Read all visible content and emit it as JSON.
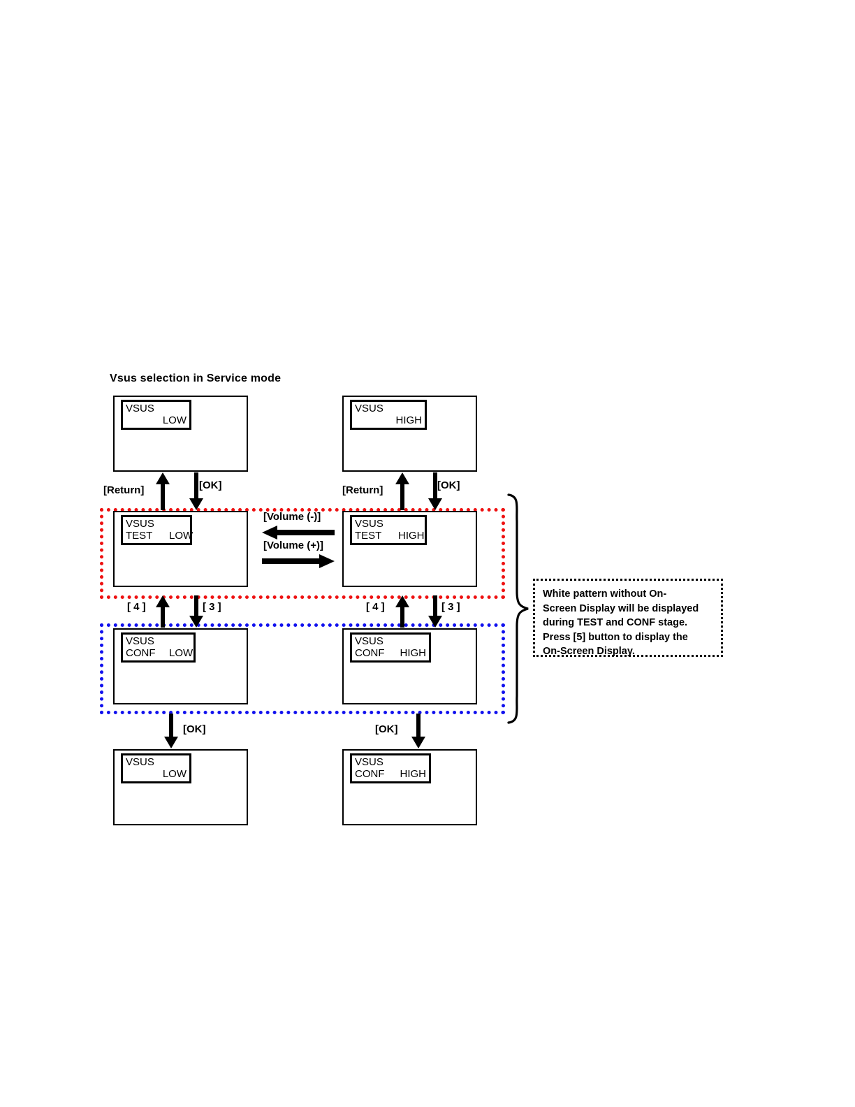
{
  "diagram": {
    "title": "Vsus selection in Service mode",
    "type": "state-transition-flow",
    "screens": [
      {
        "id": "normal-low",
        "line1_left": "VSUS",
        "line1_right": "",
        "line2_left": "",
        "line2_right": "LOW",
        "two_line": false,
        "row": "top",
        "column": "left"
      },
      {
        "id": "normal-high",
        "line1_left": "VSUS",
        "line1_right": "",
        "line2_left": "",
        "line2_right": "HIGH",
        "two_line": false,
        "row": "top",
        "column": "right"
      },
      {
        "id": "test-low",
        "line1_left": "VSUS",
        "line1_right": "",
        "line2_left": "TEST",
        "line2_right": "LOW",
        "two_line": true,
        "row": "test",
        "column": "left"
      },
      {
        "id": "test-high",
        "line1_left": "VSUS",
        "line1_right": "",
        "line2_left": "TEST",
        "line2_right": "HIGH",
        "two_line": true,
        "row": "test",
        "column": "right"
      },
      {
        "id": "conf-low",
        "line1_left": "VSUS",
        "line1_right": "",
        "line2_left": "CONF",
        "line2_right": "LOW",
        "two_line": true,
        "row": "conf",
        "column": "left"
      },
      {
        "id": "conf-high",
        "line1_left": "VSUS",
        "line1_right": "",
        "line2_left": "CONF",
        "line2_right": "HIGH",
        "two_line": true,
        "row": "conf",
        "column": "right"
      },
      {
        "id": "final-low",
        "line1_left": "VSUS",
        "line1_right": "",
        "line2_left": "",
        "line2_right": "LOW",
        "two_line": false,
        "row": "bottom",
        "column": "left"
      },
      {
        "id": "final-high",
        "line1_left": "VSUS",
        "line1_right": "",
        "line2_left": "CONF",
        "line2_right": "HIGH",
        "two_line": true,
        "row": "bottom",
        "column": "right"
      }
    ],
    "transitions": {
      "return_left": "[Return]",
      "ok_left_down": "[OK]",
      "return_right": "[Return]",
      "ok_right_down": "[OK]",
      "volume_minus": "[Volume (-)]",
      "volume_plus": "[Volume (+)]",
      "key4_left": "[ 4 ]",
      "key3_left": "[ 3 ]",
      "key4_right": "[ 4 ]",
      "key3_right": "[ 3 ]",
      "ok_left_bottom": "[OK]",
      "ok_right_bottom": "[OK]"
    },
    "groups": {
      "test_stage_color": "#ee1111",
      "conf_stage_color": "#1111ee"
    },
    "note": {
      "line1": "White pattern without On-",
      "line2": "Screen Display will be displayed",
      "line3": "during TEST and CONF stage.",
      "line4": "Press [5] button to display the",
      "line5": "On-Screen Display."
    }
  }
}
